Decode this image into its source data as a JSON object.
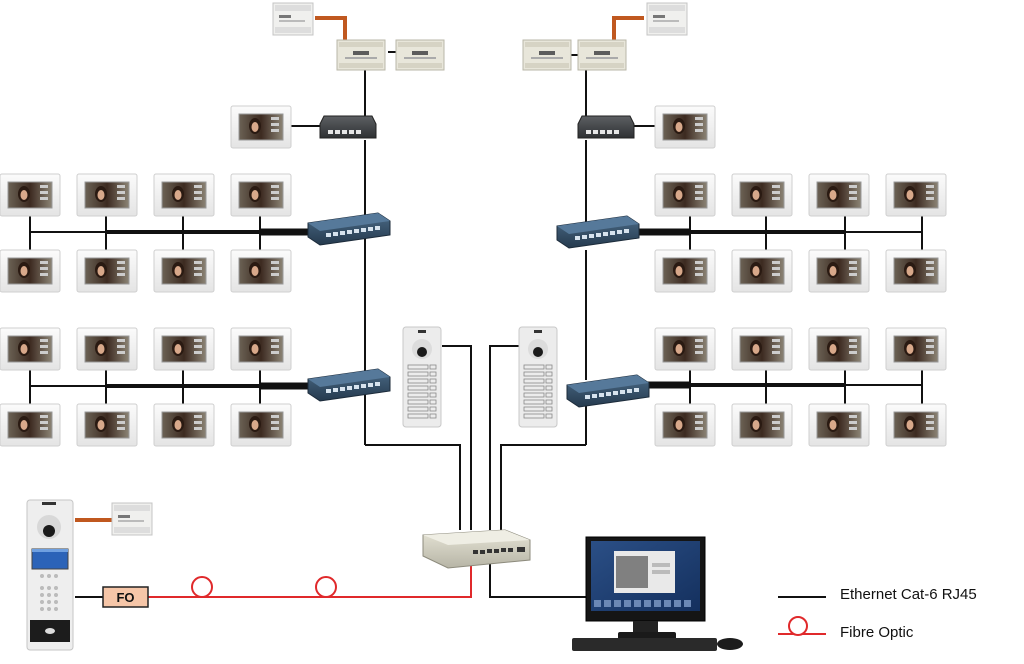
{
  "legend": {
    "ethernet": "Ethernet Cat-6 RJ45",
    "fibre": "Fibre Optic"
  },
  "fo_box_label": "FO",
  "colors": {
    "ethernet": "#111111",
    "fibre": "#e0292b",
    "power": "#c0581f",
    "fo_box": "#f6c6a8"
  },
  "devices": {
    "indoor_monitor": "indoor-monitor",
    "switch": "network-switch",
    "poe_switch": "poe-switch",
    "door_station": "door-station",
    "main_entrance_panel": "entrance-panel",
    "pc": "management-pc",
    "power_supply": "power-supply",
    "relay_module": "relay-module"
  }
}
